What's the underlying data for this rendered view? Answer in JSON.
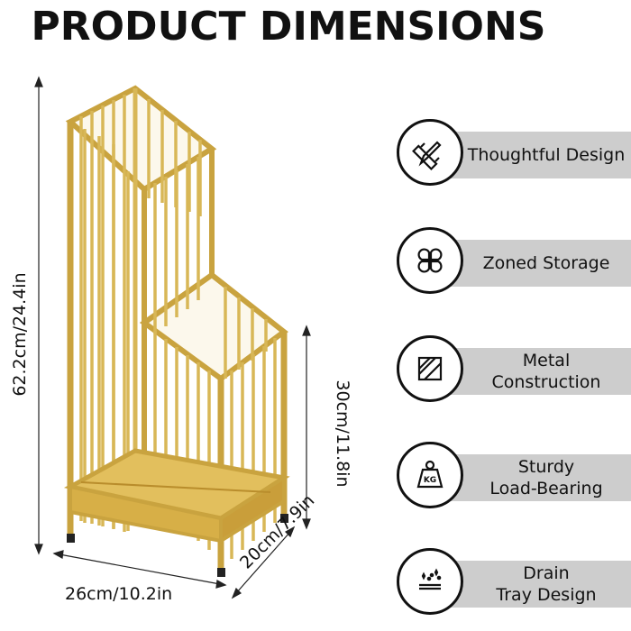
{
  "title": "PRODUCT DIMENSIONS",
  "dimensions": {
    "height_total": "62.2cm/24.4in",
    "height_front": "30cm/11.8in",
    "width": "26cm/10.2in",
    "depth": "20cm/7.9in"
  },
  "features": [
    {
      "icon": "pencil-ruler-icon",
      "line1": "Thoughtful Design",
      "line2": ""
    },
    {
      "icon": "four-leaf-grid-icon",
      "line1": "Zoned Storage",
      "line2": ""
    },
    {
      "icon": "metal-square-icon",
      "line1": "Metal",
      "line2": "Construction"
    },
    {
      "icon": "kg-weight-icon",
      "line1": "Sturdy",
      "line2": "Load-Bearing"
    },
    {
      "icon": "drain-tray-icon",
      "line1": "Drain",
      "line2": "Tray Design"
    }
  ],
  "colors": {
    "gold": "#d9b24a",
    "feature_bar": "#cdcdcd",
    "text": "#111111"
  }
}
